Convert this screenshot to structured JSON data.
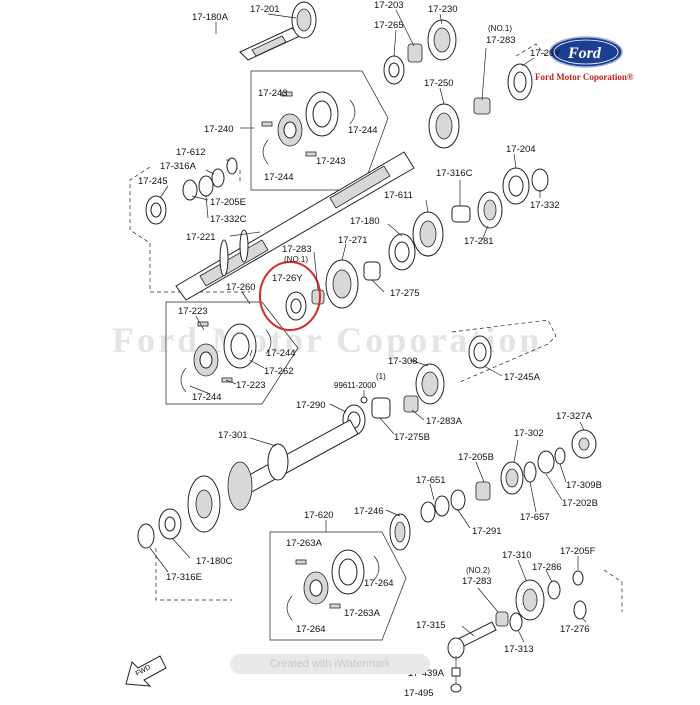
{
  "brand": {
    "logo_text": "Ford",
    "caption": "Ford Motor Coporation®",
    "watermark": "Ford Motor Coporation"
  },
  "footer": {
    "watermark_badge": "Created with iWatermark"
  },
  "direction_label": "FWD",
  "colors": {
    "logo_blue": "#1c3f94",
    "caption_red": "#c21e1e",
    "highlight": "#d62b2b"
  },
  "labels": {
    "l_180A": "17-180A",
    "l_201": "17-201",
    "l_203": "17-203",
    "l_230": "17-230",
    "l_no1_top": "(NO.1)",
    "l_283_top": "17-283",
    "l_265": "17-265",
    "l_26Y_top": "17-26Y",
    "l_250": "17-250",
    "l_243a": "17-243",
    "l_240": "17-240",
    "l_244a": "17-244",
    "l_243b": "17-243",
    "l_244b": "17-244",
    "l_612": "17-612",
    "l_316A": "17-316A",
    "l_245": "17-245",
    "l_205E": "17-205E",
    "l_332C": "17-332C",
    "l_204": "17-204",
    "l_316C": "17-316C",
    "l_611": "17-611",
    "l_332": "17-332",
    "l_180": "17-180",
    "l_281": "17-281",
    "l_221": "17-221",
    "l_283_mid": "17-283",
    "l_no1_mid": "(NO.1)",
    "l_271": "17-271",
    "l_26Y_mid": "17-26Y",
    "l_275": "17-275",
    "l_260": "17-260",
    "l_223a": "17-223",
    "l_244c": "17-244",
    "l_262": "17-262",
    "l_223b": "17-223",
    "l_244d": "17-244",
    "l_245A": "17-245A",
    "l_308": "17-308",
    "l_99611": "99611-2000",
    "l_paren1": "(1)",
    "l_290": "17-290",
    "l_283A": "17-283A",
    "l_275B": "17-275B",
    "l_301": "17-301",
    "l_302": "17-302",
    "l_327A": "17-327A",
    "l_205B": "17-205B",
    "l_309B": "17-309B",
    "l_651": "17-651",
    "l_202B": "17-202B",
    "l_657": "17-657",
    "l_246": "17-246",
    "l_291": "17-291",
    "l_620": "17-620",
    "l_263Aa": "17-263A",
    "l_180C": "17-180C",
    "l_316E": "17-316E",
    "l_264a": "17-264",
    "l_263Ab": "17-263A",
    "l_264b": "17-264",
    "l_no2": "(NO.2)",
    "l_283_bot": "17-283",
    "l_310": "17-310",
    "l_205F": "17-205F",
    "l_286": "17-286",
    "l_276": "17-276",
    "l_315": "17-315",
    "l_313": "17-313",
    "l_439A": "17-439A",
    "l_495": "17-495"
  }
}
